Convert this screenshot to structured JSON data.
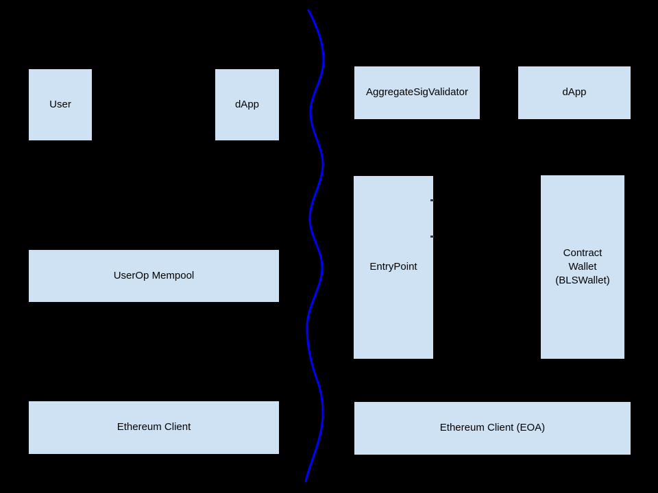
{
  "colors": {
    "background": "#000000",
    "box_fill": "#cfe2f3",
    "text": "#000000",
    "divider": "#0000ff"
  },
  "left_column": {
    "user_label": "User",
    "dapp_label": "dApp",
    "mempool_label": "UserOp Mempool",
    "client_label": "Ethereum Client"
  },
  "right_column": {
    "validator_label": "AggregateSigValidator",
    "dapp_label": "dApp",
    "entrypoint_label": "EntryPoint",
    "wallet_label": "Contract\nWallet\n(BLSWallet)",
    "client_label": "Ethereum Client (EOA)"
  }
}
